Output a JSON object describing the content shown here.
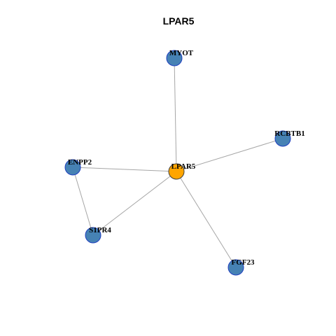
{
  "title": "LPAR5",
  "colors": {
    "background": "#ffffff",
    "edge": "#a6a6a6",
    "center_fill": "#ffa500",
    "center_stroke": "#404040",
    "node_fill": "#4682b4",
    "node_stroke": "#1f3fbf"
  },
  "nodes": [
    {
      "id": "LPAR5",
      "label": "LPAR5",
      "role": "center"
    },
    {
      "id": "MYOT",
      "label": "MYOT",
      "role": "neighbor"
    },
    {
      "id": "RCBTB1",
      "label": "RCBTB1",
      "role": "neighbor"
    },
    {
      "id": "ENPP2",
      "label": "ENPP2",
      "role": "neighbor"
    },
    {
      "id": "S1PR4",
      "label": "S1PR4",
      "role": "neighbor"
    },
    {
      "id": "FGF23",
      "label": "FGF23",
      "role": "neighbor"
    }
  ],
  "edges": [
    {
      "source": "LPAR5",
      "target": "MYOT"
    },
    {
      "source": "LPAR5",
      "target": "RCBTB1"
    },
    {
      "source": "LPAR5",
      "target": "ENPP2"
    },
    {
      "source": "LPAR5",
      "target": "S1PR4"
    },
    {
      "source": "LPAR5",
      "target": "FGF23"
    },
    {
      "source": "ENPP2",
      "target": "S1PR4"
    }
  ]
}
